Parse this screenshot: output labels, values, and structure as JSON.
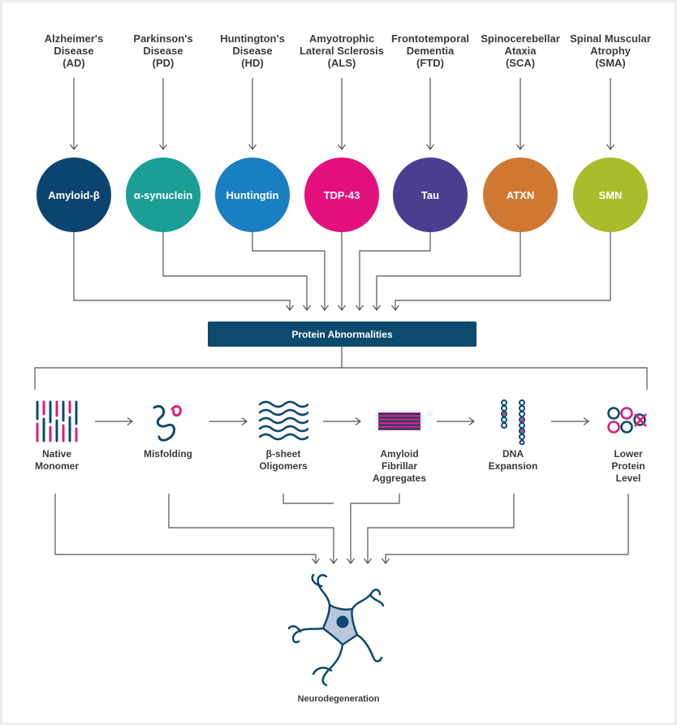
{
  "diseases": [
    {
      "label": "Alzheimer's\nDisease\n(AD)"
    },
    {
      "label": "Parkinson's\nDisease\n(PD)"
    },
    {
      "label": "Huntington's\nDisease\n(HD)"
    },
    {
      "label": "Amyotrophic\nLateral Sclerosis\n(ALS)"
    },
    {
      "label": "Frontotemporal\nDementia\n(FTD)"
    },
    {
      "label": "Spinocerebellar\nAtaxia\n(SCA)"
    },
    {
      "label": "Spinal Muscular\nAtrophy\n(SMA)"
    }
  ],
  "proteins": [
    {
      "label": "Amyloid-β",
      "color": "#0c4470"
    },
    {
      "label": "α-synuclein",
      "color": "#1a9e95"
    },
    {
      "label": "Huntingtin",
      "color": "#1a7fc1"
    },
    {
      "label": "TDP-43",
      "color": "#e3107d"
    },
    {
      "label": "Tau",
      "color": "#4d3d91"
    },
    {
      "label": "ATXN",
      "color": "#cf7834"
    },
    {
      "label": "SMN",
      "color": "#a9bd2c"
    }
  ],
  "banner": {
    "label": "Protein Abnormalities"
  },
  "stages": [
    {
      "label": "Native\nMonomer"
    },
    {
      "label": "Misfolding"
    },
    {
      "label": "β-sheet\nOligomers"
    },
    {
      "label": "Amyloid\nFibrillar\nAggregates"
    },
    {
      "label": "DNA\nExpansion"
    },
    {
      "label": "Lower\nProtein\nLevel"
    }
  ],
  "outcome": {
    "label": "Neurodegeneration"
  },
  "colors": {
    "line": "#555555",
    "navy": "#0c4a6e",
    "magenta": "#d61f7c",
    "neuron_fill": "#b9c7dc"
  }
}
